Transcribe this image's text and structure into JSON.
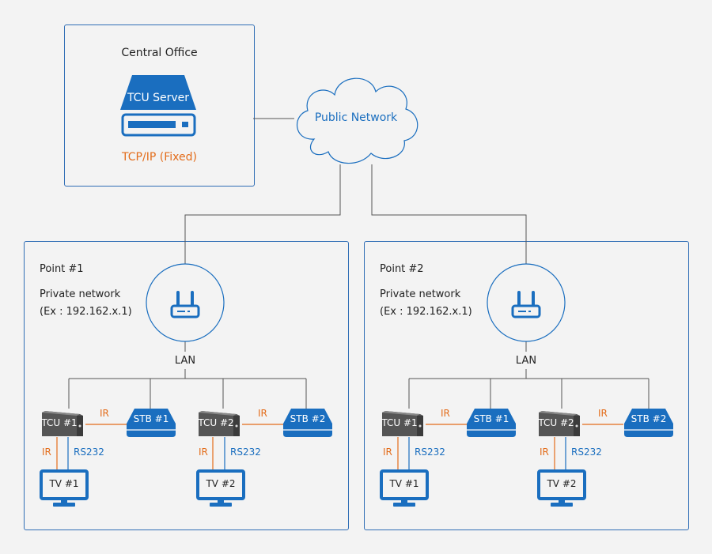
{
  "central_office": {
    "title": "Central Office",
    "server_label": "TCU Server",
    "ip_label": "TCP/IP (Fixed)"
  },
  "public_network": "Public Network",
  "points": [
    {
      "title": "Point #1",
      "network": "Private network",
      "ip": "(Ex : 192.162.x.1)",
      "lan": "LAN",
      "units": [
        {
          "tcu": "TCU #1",
          "stb": "STB #1",
          "tv": "TV #1",
          "ir_h": "IR",
          "ir_v": "IR",
          "rs": "RS232"
        },
        {
          "tcu": "TCU #2",
          "stb": "STB #2",
          "tv": "TV #2",
          "ir_h": "IR",
          "ir_v": "IR",
          "rs": "RS232"
        }
      ]
    },
    {
      "title": "Point #2",
      "network": "Private network",
      "ip": "(Ex : 192.162.x.1)",
      "lan": "LAN",
      "units": [
        {
          "tcu": "TCU #1",
          "stb": "STB #1",
          "tv": "TV #1",
          "ir_h": "IR",
          "ir_v": "IR",
          "rs": "RS232"
        },
        {
          "tcu": "TCU #2",
          "stb": "STB #2",
          "tv": "TV #2",
          "ir_h": "IR",
          "ir_v": "IR",
          "rs": "RS232"
        }
      ]
    }
  ],
  "colors": {
    "accent": "#1a6ebf",
    "orange": "#e36c1a",
    "line": "#555555"
  }
}
